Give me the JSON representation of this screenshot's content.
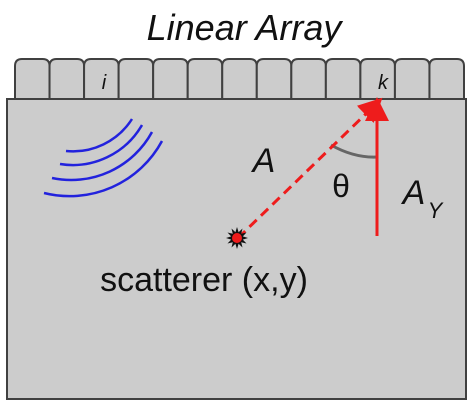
{
  "title": "Linear Array",
  "element_labels": {
    "i": "i",
    "k": "k"
  },
  "labels": {
    "distance": "A",
    "angle": "θ",
    "axial": "A",
    "axial_subscript": "Y",
    "scatterer": "scatterer (x,y)"
  },
  "array": {
    "element_count": 13
  },
  "colors": {
    "medium_fill": "#cccccc",
    "element_fill": "#cccccc",
    "outline": "#404040",
    "ray": "#ee1c1c",
    "waves": "#2222dd",
    "angle_arc": "#666666",
    "scatterer": "#ee1c1c",
    "text": "#111111"
  }
}
